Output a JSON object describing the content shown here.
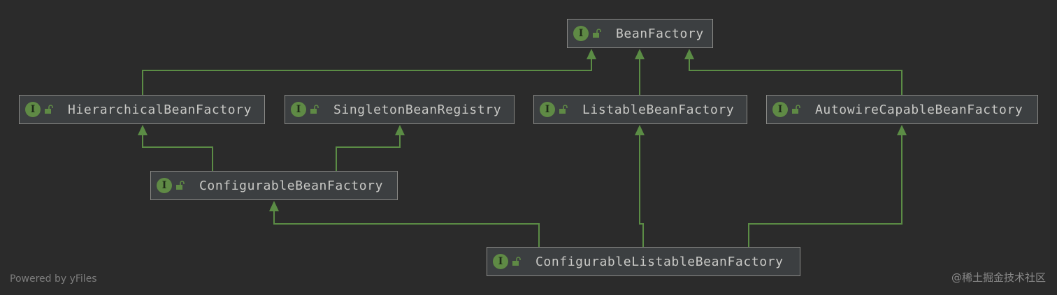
{
  "nodes": [
    {
      "id": "bean-factory",
      "label": "BeanFactory"
    },
    {
      "id": "hierarchical-bean-factory",
      "label": "HierarchicalBeanFactory"
    },
    {
      "id": "singleton-bean-registry",
      "label": "SingletonBeanRegistry"
    },
    {
      "id": "listable-bean-factory",
      "label": "ListableBeanFactory"
    },
    {
      "id": "autowire-capable-bean-factory",
      "label": "AutowireCapableBeanFactory"
    },
    {
      "id": "configurable-bean-factory",
      "label": "ConfigurableBeanFactory"
    },
    {
      "id": "configurable-listable-bean-factory",
      "label": "ConfigurableListableBeanFactory"
    }
  ],
  "edges": [
    {
      "from": "HierarchicalBeanFactory",
      "to": "BeanFactory"
    },
    {
      "from": "ListableBeanFactory",
      "to": "BeanFactory"
    },
    {
      "from": "AutowireCapableBeanFactory",
      "to": "BeanFactory"
    },
    {
      "from": "ConfigurableBeanFactory",
      "to": "HierarchicalBeanFactory"
    },
    {
      "from": "ConfigurableBeanFactory",
      "to": "SingletonBeanRegistry"
    },
    {
      "from": "ConfigurableListableBeanFactory",
      "to": "ConfigurableBeanFactory"
    },
    {
      "from": "ConfigurableListableBeanFactory",
      "to": "ListableBeanFactory"
    },
    {
      "from": "ConfigurableListableBeanFactory",
      "to": "AutowireCapableBeanFactory"
    }
  ],
  "icon_letter": "I",
  "icons": {
    "type": "interface-icon",
    "access": "unlocked-lock-icon"
  },
  "colors": {
    "background": "#2b2b2b",
    "node_fill": "#3c3f41",
    "node_border": "#8a8a87",
    "edge": "#5b8c45",
    "icon_green": "#5f8a45",
    "text": "#c9c9c6"
  },
  "footer": {
    "powered_by": "Powered by yFiles"
  },
  "watermark": "@稀土掘金技术社区"
}
